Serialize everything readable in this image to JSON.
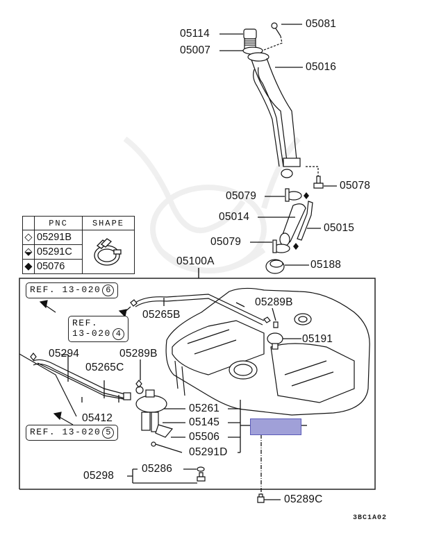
{
  "diagram": {
    "type": "exploded-parts-diagram",
    "subject": "Fuel tank and filler neck assembly",
    "drawing_code": "3BC1A02",
    "highlight_color": "#a0a0d8",
    "highlight_border_color": "#5a5ab8",
    "line_color": "#111111"
  },
  "labels": {
    "p05114": "05114",
    "p05081": "05081",
    "p05007": "05007",
    "p05016": "05016",
    "p05078": "05078",
    "p05079a": "05079",
    "p05014": "05014",
    "p05015": "05015",
    "p05079b": "05079",
    "p05188": "05188",
    "p05100A": "05100A",
    "p05265B": "05265B",
    "p05289B_top": "05289B",
    "p05191": "05191",
    "p05294": "05294",
    "p05289B_left": "05289B",
    "p05265C": "05265C",
    "p05412": "05412",
    "p05261": "05261",
    "p05145": "05145",
    "p05506": "05506",
    "p05291D": "05291D",
    "p05298": "05298",
    "p05286": "05286",
    "p05289C": "05289C"
  },
  "references": {
    "ref6": {
      "text": "REF. 13-020",
      "num": "6"
    },
    "ref4": {
      "line1": "REF.",
      "line2": "13-020",
      "num": "4"
    },
    "ref5": {
      "text": "REF. 13-020",
      "num": "5"
    }
  },
  "legend": {
    "headers": {
      "symbol": "",
      "pnc": "PNC",
      "shape": "SHAPE"
    },
    "rows": [
      {
        "symbol": "hollow-diamond-icon",
        "glyph": "◇",
        "pnc": "05291B"
      },
      {
        "symbol": "half-filled-diamond-icon",
        "glyph": "⬙",
        "pnc": "05291C"
      },
      {
        "symbol": "filled-diamond-icon",
        "glyph": "◆",
        "pnc": "05076"
      }
    ],
    "shape_icon": "hose-clamp-icon"
  }
}
